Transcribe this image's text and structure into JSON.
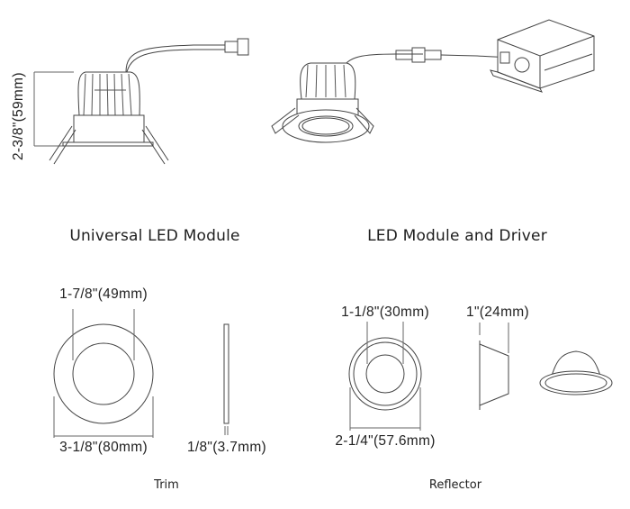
{
  "sections": {
    "universal_module_title": "Universal LED Module",
    "module_driver_title": "LED Module and Driver"
  },
  "dimensions": {
    "module_height": "2-3/8\"(59mm)",
    "trim_inner": "1-7/8\"(49mm)",
    "trim_outer": "3-1/8\"(80mm)",
    "trim_thickness": "1/8\"(3.7mm)",
    "reflector_inner": "1-1/8\"(30mm)",
    "reflector_outer": "2-1/4\"(57.6mm)",
    "reflector_depth": "1\"(24mm)"
  },
  "captions": {
    "trim": "Trim",
    "reflector": "Reflector"
  }
}
